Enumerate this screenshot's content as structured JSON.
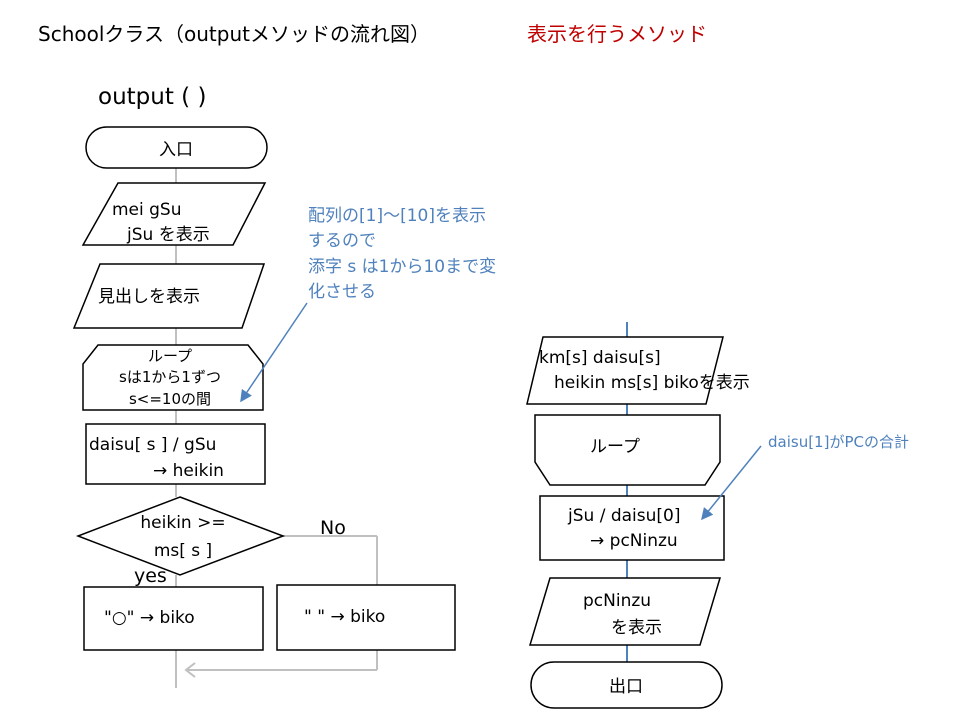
{
  "title": "Schoolクラス（outputメソッドの流れ図）",
  "subtitle": "表示を行うメソッド",
  "method_name": "output ( )",
  "left_flow": {
    "start": "入口",
    "output1": [
      "mei   gSu",
      "jSu を表示"
    ],
    "output2": "見出しを表示",
    "loop": [
      "ループ",
      "sは1から1ずつ",
      "s<=10の間"
    ],
    "process": [
      "daisu[ s ]  / gSu",
      "→ heikin"
    ],
    "decision": [
      "heikin  >=",
      "ms[ s ]"
    ],
    "yes_label": "yes",
    "no_label": "No",
    "yes_branch": "\"○\" → biko",
    "no_branch": "\"  \" → biko"
  },
  "right_flow": {
    "output": [
      "km[s]   daisu[s]",
      "heikin   ms[s]   bikoを表示"
    ],
    "loop_end": "ループ",
    "process": [
      "jSu / daisu[0]",
      "→ pcNinzu"
    ],
    "output2": [
      "pcNinzu",
      "を表示"
    ],
    "end": "出口"
  },
  "annotations": {
    "note1": [
      "配列の[1]～[10]を表示",
      "するので",
      "添字 s は1から10まで変",
      "化させる"
    ],
    "note2": "daisu[1]がPCの合計",
    "color": "#4f81bd"
  }
}
